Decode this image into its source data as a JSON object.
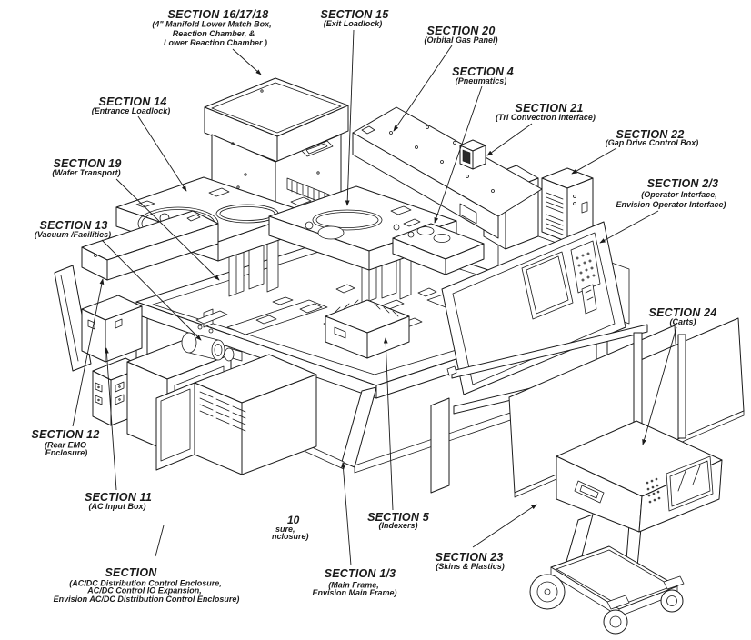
{
  "page": {
    "background": "#ffffff",
    "ink": "#1a1a1a",
    "description": "Exploded isometric section diagram of wafer-processing tool"
  },
  "labels": {
    "s16_17_18": {
      "title": "SECTION 16/17/18",
      "lines": [
        "(4\" Manifold Lower Match Box,",
        "Reaction Chamber, &",
        "Lower Reaction Chamber )"
      ]
    },
    "s15": {
      "title": "SECTION 15",
      "lines": [
        "(Exit Loadlock)"
      ]
    },
    "s20": {
      "title": "SECTION 20",
      "lines": [
        "(Orbital Gas Panel)"
      ]
    },
    "s4": {
      "title": "SECTION 4",
      "lines": [
        "(Pneumatics)"
      ]
    },
    "s21": {
      "title": "SECTION 21",
      "lines": [
        "(Tri Convectron Interface)"
      ]
    },
    "s22": {
      "title": "SECTION 22",
      "lines": [
        "(Gap Drive Control Box)"
      ]
    },
    "s2_3": {
      "title": "SECTION 2/3",
      "lines": [
        "(Operator Interface,",
        "Envision Operator Interface)"
      ]
    },
    "s14": {
      "title": "SECTION 14",
      "lines": [
        "(Entrance Loadlock)"
      ]
    },
    "s19": {
      "title": "SECTION 19",
      "lines": [
        "(Wafer Transport)"
      ]
    },
    "s13": {
      "title": "SECTION 13",
      "lines": [
        "(Vacuum /Facilities)"
      ]
    },
    "s24": {
      "title": "SECTION 24",
      "lines": [
        "(Carts)"
      ]
    },
    "s12": {
      "title": "SECTION 12",
      "lines": [
        "(Rear EMO",
        "Enclosure)"
      ]
    },
    "s11": {
      "title": "SECTION 11",
      "lines": [
        "(AC Input Box)"
      ]
    },
    "s_acdc": {
      "title": "SECTION",
      "lines": [
        "(AC/DC Distribution Control Enclosure,",
        "AC/DC Control IO Expansion,",
        "Envision AC/DC Distribution Control Enclosure)"
      ]
    },
    "s10_partial": {
      "title": "10",
      "lines": [
        "sure,",
        "nclosure)"
      ]
    },
    "s5": {
      "title": "SECTION 5",
      "lines": [
        "(Indexers)"
      ]
    },
    "s1_3": {
      "title": "SECTION 1/3",
      "lines": [
        "(Main Frame,",
        "Envision Main Frame)"
      ]
    },
    "s23": {
      "title": "SECTION 23",
      "lines": [
        "(Skins & Plastics)"
      ]
    }
  }
}
